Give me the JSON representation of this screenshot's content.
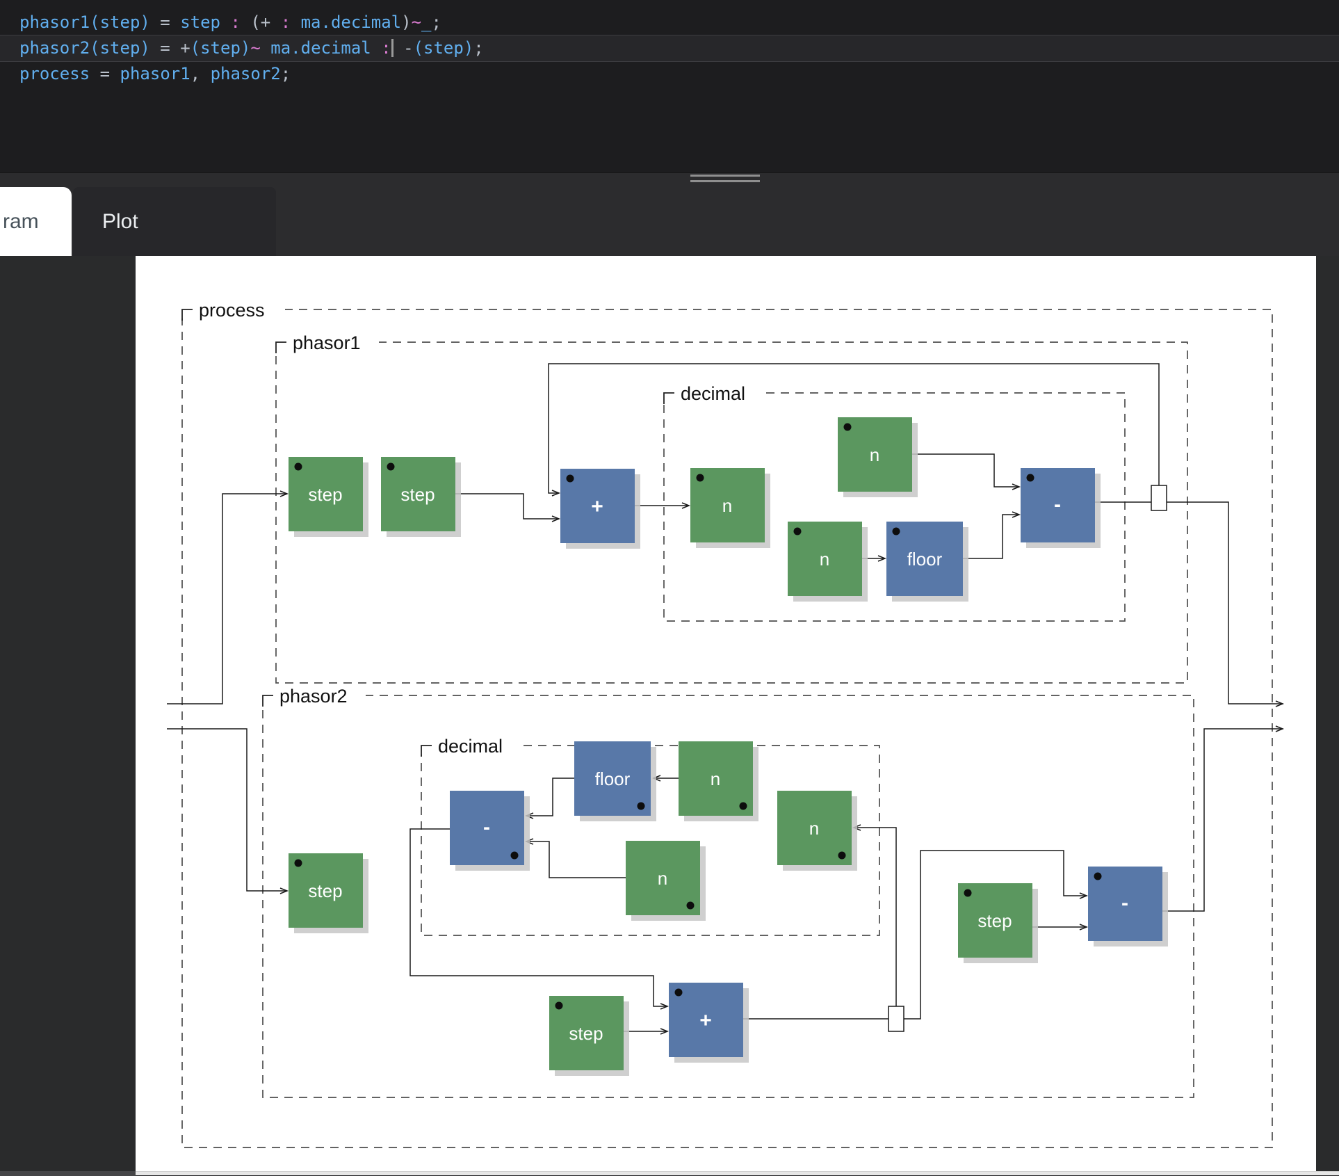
{
  "editor": {
    "lines": [
      {
        "tokens": [
          {
            "text": "phasor1(step)",
            "cls": "tk b"
          },
          {
            "text": " = ",
            "cls": "tk o"
          },
          {
            "text": "step",
            "cls": "tk b"
          },
          {
            "text": " ",
            "cls": "tk o"
          },
          {
            "text": ":",
            "cls": "tk p"
          },
          {
            "text": " (+ ",
            "cls": "tk o"
          },
          {
            "text": ":",
            "cls": "tk p"
          },
          {
            "text": " ",
            "cls": "tk o"
          },
          {
            "text": "ma.decimal",
            "cls": "tk b"
          },
          {
            "text": ")",
            "cls": "tk o"
          },
          {
            "text": "~",
            "cls": "tk p"
          },
          {
            "text": "_",
            "cls": "tk b"
          },
          {
            "text": ";",
            "cls": "tk o"
          }
        ]
      },
      {
        "tokens": [
          {
            "text": "phasor2(step)",
            "cls": "tk b"
          },
          {
            "text": " = ",
            "cls": "tk o"
          },
          {
            "text": "+",
            "cls": "tk o"
          },
          {
            "text": "(step)",
            "cls": "tk b"
          },
          {
            "text": "~",
            "cls": "tk p"
          },
          {
            "text": " ",
            "cls": "tk o"
          },
          {
            "text": "ma.decimal",
            "cls": "tk b"
          },
          {
            "text": " ",
            "cls": "tk o"
          },
          {
            "text": ":",
            "cls": "tk p"
          },
          {
            "text": " -",
            "cls": "tk o"
          },
          {
            "text": "(step)",
            "cls": "tk b"
          },
          {
            "text": ";",
            "cls": "tk o"
          }
        ]
      },
      {
        "tokens": [
          {
            "text": "process",
            "cls": "tk b"
          },
          {
            "text": " = ",
            "cls": "tk o"
          },
          {
            "text": "phasor1",
            "cls": "tk b"
          },
          {
            "text": ", ",
            "cls": "tk o"
          },
          {
            "text": "phasor2",
            "cls": "tk b"
          },
          {
            "text": ";",
            "cls": "tk o"
          }
        ]
      }
    ]
  },
  "tabs": {
    "diagram_label": "ram",
    "plot_label": "Plot"
  },
  "colors": {
    "code_identifier": "#61afef",
    "code_operator": "#b9c0ca",
    "code_pink": "#d97bd0",
    "box_green": "#5b975f",
    "box_blue": "#5878a8",
    "editor_bg": "#1d1d1f"
  },
  "diagram": {
    "containers": [
      {
        "label": "process"
      },
      {
        "label": "phasor1"
      },
      {
        "label": "decimal"
      },
      {
        "label": "phasor2"
      },
      {
        "label": "decimal"
      }
    ],
    "boxes": [
      {
        "label": "step"
      },
      {
        "label": "step"
      },
      {
        "label": "+"
      },
      {
        "label": "n"
      },
      {
        "label": "n"
      },
      {
        "label": "n"
      },
      {
        "label": "floor"
      },
      {
        "label": "-"
      },
      {
        "label": "step"
      },
      {
        "label": "-"
      },
      {
        "label": "floor"
      },
      {
        "label": "n"
      },
      {
        "label": "n"
      },
      {
        "label": "n"
      },
      {
        "label": "step"
      },
      {
        "label": "+"
      },
      {
        "label": "step"
      },
      {
        "label": "-"
      }
    ]
  }
}
